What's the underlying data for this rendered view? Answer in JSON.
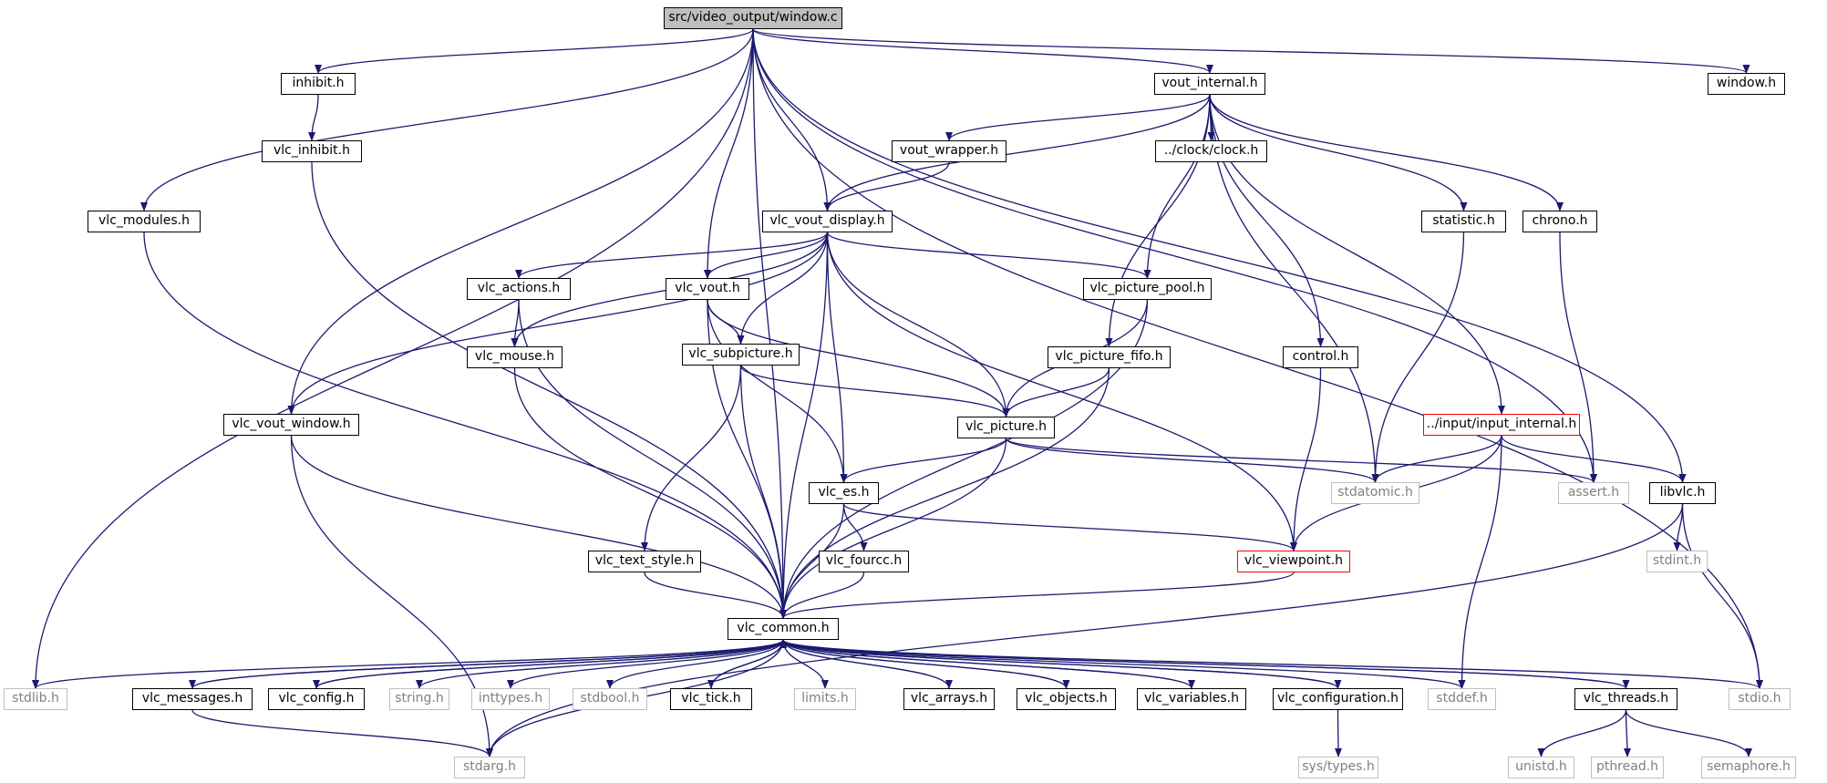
{
  "colors": {
    "edge": "#191970",
    "border": "#000000",
    "system_border": "#bfbfbf",
    "system_text": "#808080",
    "highlight_border": "#ff0000",
    "root_fill": "#bfbfbf"
  },
  "nodes": {
    "root": "src/video_output/window.c",
    "inhibit_h": "inhibit.h",
    "vout_internal_h": "vout_internal.h",
    "window_h": "window.h",
    "vlc_inhibit_h": "vlc_inhibit.h",
    "vout_wrapper_h": "vout_wrapper.h",
    "clock_h": "../clock/clock.h",
    "vlc_modules_h": "vlc_modules.h",
    "vlc_vout_display_h": "vlc_vout_display.h",
    "statistic_h": "statistic.h",
    "chrono_h": "chrono.h",
    "vlc_actions_h": "vlc_actions.h",
    "vlc_vout_h": "vlc_vout.h",
    "vlc_picture_pool_h": "vlc_picture_pool.h",
    "vlc_mouse_h": "vlc_mouse.h",
    "vlc_subpicture_h": "vlc_subpicture.h",
    "vlc_picture_fifo_h": "vlc_picture_fifo.h",
    "control_h": "control.h",
    "vlc_vout_window_h": "vlc_vout_window.h",
    "vlc_picture_h": "vlc_picture.h",
    "input_internal_h": "../input/input_internal.h",
    "vlc_es_h": "vlc_es.h",
    "stdatomic_h": "stdatomic.h",
    "assert_h": "assert.h",
    "libvlc_h": "libvlc.h",
    "vlc_text_style_h": "vlc_text_style.h",
    "vlc_fourcc_h": "vlc_fourcc.h",
    "vlc_viewpoint_h": "vlc_viewpoint.h",
    "stdint_h": "stdint.h",
    "vlc_common_h": "vlc_common.h",
    "stdlib_h": "stdlib.h",
    "vlc_messages_h": "vlc_messages.h",
    "vlc_config_h": "vlc_config.h",
    "string_h": "string.h",
    "inttypes_h": "inttypes.h",
    "stdbool_h": "stdbool.h",
    "vlc_tick_h": "vlc_tick.h",
    "limits_h": "limits.h",
    "vlc_arrays_h": "vlc_arrays.h",
    "vlc_objects_h": "vlc_objects.h",
    "vlc_variables_h": "vlc_variables.h",
    "vlc_configuration_h": "vlc_configuration.h",
    "stddef_h": "stddef.h",
    "vlc_threads_h": "vlc_threads.h",
    "stdio_h": "stdio.h",
    "stdarg_h": "stdarg.h",
    "sys_types_h": "sys/types.h",
    "unistd_h": "unistd.h",
    "pthread_h": "pthread.h",
    "semaphore_h": "semaphore.h"
  },
  "edges": [
    [
      "root",
      "inhibit_h"
    ],
    [
      "root",
      "vout_internal_h"
    ],
    [
      "root",
      "window_h"
    ],
    [
      "root",
      "vlc_modules_h"
    ],
    [
      "root",
      "vlc_vout_display_h"
    ],
    [
      "root",
      "vlc_vout_h"
    ],
    [
      "root",
      "vlc_vout_window_h"
    ],
    [
      "root",
      "vlc_common_h"
    ],
    [
      "root",
      "stdlib_h"
    ],
    [
      "root",
      "assert_h"
    ],
    [
      "root",
      "libvlc_h"
    ],
    [
      "root",
      "stdio_h"
    ],
    [
      "inhibit_h",
      "vlc_inhibit_h"
    ],
    [
      "vlc_inhibit_h",
      "vlc_common_h"
    ],
    [
      "vlc_modules_h",
      "vlc_common_h"
    ],
    [
      "vout_internal_h",
      "vout_wrapper_h"
    ],
    [
      "vout_internal_h",
      "clock_h"
    ],
    [
      "vout_internal_h",
      "vlc_vout_display_h"
    ],
    [
      "vout_internal_h",
      "statistic_h"
    ],
    [
      "vout_internal_h",
      "chrono_h"
    ],
    [
      "vout_internal_h",
      "vlc_picture_pool_h"
    ],
    [
      "vout_internal_h",
      "vlc_picture_fifo_h"
    ],
    [
      "vout_internal_h",
      "control_h"
    ],
    [
      "vout_internal_h",
      "input_internal_h"
    ],
    [
      "vout_internal_h",
      "stdatomic_h"
    ],
    [
      "vout_wrapper_h",
      "vlc_vout_display_h"
    ],
    [
      "vlc_vout_display_h",
      "vlc_actions_h"
    ],
    [
      "vlc_vout_display_h",
      "vlc_vout_h"
    ],
    [
      "vlc_vout_display_h",
      "vlc_picture_pool_h"
    ],
    [
      "vlc_vout_display_h",
      "vlc_mouse_h"
    ],
    [
      "vlc_vout_display_h",
      "vlc_subpicture_h"
    ],
    [
      "vlc_vout_display_h",
      "vlc_vout_window_h"
    ],
    [
      "vlc_vout_display_h",
      "vlc_picture_h"
    ],
    [
      "vlc_vout_display_h",
      "vlc_es_h"
    ],
    [
      "vlc_vout_display_h",
      "vlc_viewpoint_h"
    ],
    [
      "vlc_vout_display_h",
      "vlc_common_h"
    ],
    [
      "statistic_h",
      "stdatomic_h"
    ],
    [
      "chrono_h",
      "assert_h"
    ],
    [
      "vlc_actions_h",
      "vlc_mouse_h"
    ],
    [
      "vlc_actions_h",
      "vlc_common_h"
    ],
    [
      "vlc_vout_h",
      "vlc_subpicture_h"
    ],
    [
      "vlc_vout_h",
      "vlc_picture_h"
    ],
    [
      "vlc_vout_h",
      "vlc_es_h"
    ],
    [
      "vlc_vout_h",
      "vlc_common_h"
    ],
    [
      "vlc_picture_pool_h",
      "vlc_picture_h"
    ],
    [
      "vlc_picture_pool_h",
      "vlc_common_h"
    ],
    [
      "vlc_mouse_h",
      "vlc_common_h"
    ],
    [
      "vlc_subpicture_h",
      "vlc_picture_h"
    ],
    [
      "vlc_subpicture_h",
      "vlc_text_style_h"
    ],
    [
      "vlc_subpicture_h",
      "vlc_common_h"
    ],
    [
      "vlc_picture_fifo_h",
      "vlc_picture_h"
    ],
    [
      "vlc_picture_fifo_h",
      "vlc_common_h"
    ],
    [
      "control_h",
      "vlc_viewpoint_h"
    ],
    [
      "vlc_vout_window_h",
      "vlc_common_h"
    ],
    [
      "vlc_vout_window_h",
      "stdarg_h"
    ],
    [
      "vlc_picture_h",
      "vlc_es_h"
    ],
    [
      "vlc_picture_h",
      "stdatomic_h"
    ],
    [
      "vlc_picture_h",
      "assert_h"
    ],
    [
      "vlc_picture_h",
      "vlc_common_h"
    ],
    [
      "input_internal_h",
      "stdatomic_h"
    ],
    [
      "input_internal_h",
      "libvlc_h"
    ],
    [
      "input_internal_h",
      "vlc_viewpoint_h"
    ],
    [
      "input_internal_h",
      "stddef_h"
    ],
    [
      "vlc_es_h",
      "vlc_fourcc_h"
    ],
    [
      "vlc_es_h",
      "vlc_viewpoint_h"
    ],
    [
      "vlc_es_h",
      "vlc_common_h"
    ],
    [
      "libvlc_h",
      "stdint_h"
    ],
    [
      "libvlc_h",
      "stdio_h"
    ],
    [
      "libvlc_h",
      "stdarg_h"
    ],
    [
      "vlc_text_style_h",
      "vlc_common_h"
    ],
    [
      "vlc_fourcc_h",
      "vlc_common_h"
    ],
    [
      "vlc_viewpoint_h",
      "vlc_common_h"
    ],
    [
      "vlc_common_h",
      "stdlib_h"
    ],
    [
      "vlc_common_h",
      "vlc_messages_h"
    ],
    [
      "vlc_common_h",
      "vlc_config_h"
    ],
    [
      "vlc_common_h",
      "string_h"
    ],
    [
      "vlc_common_h",
      "inttypes_h"
    ],
    [
      "vlc_common_h",
      "stdbool_h"
    ],
    [
      "vlc_common_h",
      "vlc_tick_h"
    ],
    [
      "vlc_common_h",
      "limits_h"
    ],
    [
      "vlc_common_h",
      "vlc_arrays_h"
    ],
    [
      "vlc_common_h",
      "vlc_objects_h"
    ],
    [
      "vlc_common_h",
      "vlc_variables_h"
    ],
    [
      "vlc_common_h",
      "vlc_configuration_h"
    ],
    [
      "vlc_common_h",
      "stddef_h"
    ],
    [
      "vlc_common_h",
      "vlc_threads_h"
    ],
    [
      "vlc_common_h",
      "stdio_h"
    ],
    [
      "vlc_common_h",
      "stdarg_h"
    ],
    [
      "vlc_messages_h",
      "vlc_common_h"
    ],
    [
      "vlc_messages_h",
      "stdarg_h"
    ],
    [
      "vlc_config_h",
      "vlc_common_h"
    ],
    [
      "vlc_tick_h",
      "vlc_common_h"
    ],
    [
      "vlc_arrays_h",
      "vlc_common_h"
    ],
    [
      "vlc_objects_h",
      "vlc_common_h"
    ],
    [
      "vlc_variables_h",
      "vlc_common_h"
    ],
    [
      "vlc_configuration_h",
      "vlc_common_h"
    ],
    [
      "vlc_configuration_h",
      "sys_types_h"
    ],
    [
      "vlc_threads_h",
      "vlc_common_h"
    ],
    [
      "vlc_threads_h",
      "unistd_h"
    ],
    [
      "vlc_threads_h",
      "pthread_h"
    ],
    [
      "vlc_threads_h",
      "semaphore_h"
    ]
  ]
}
